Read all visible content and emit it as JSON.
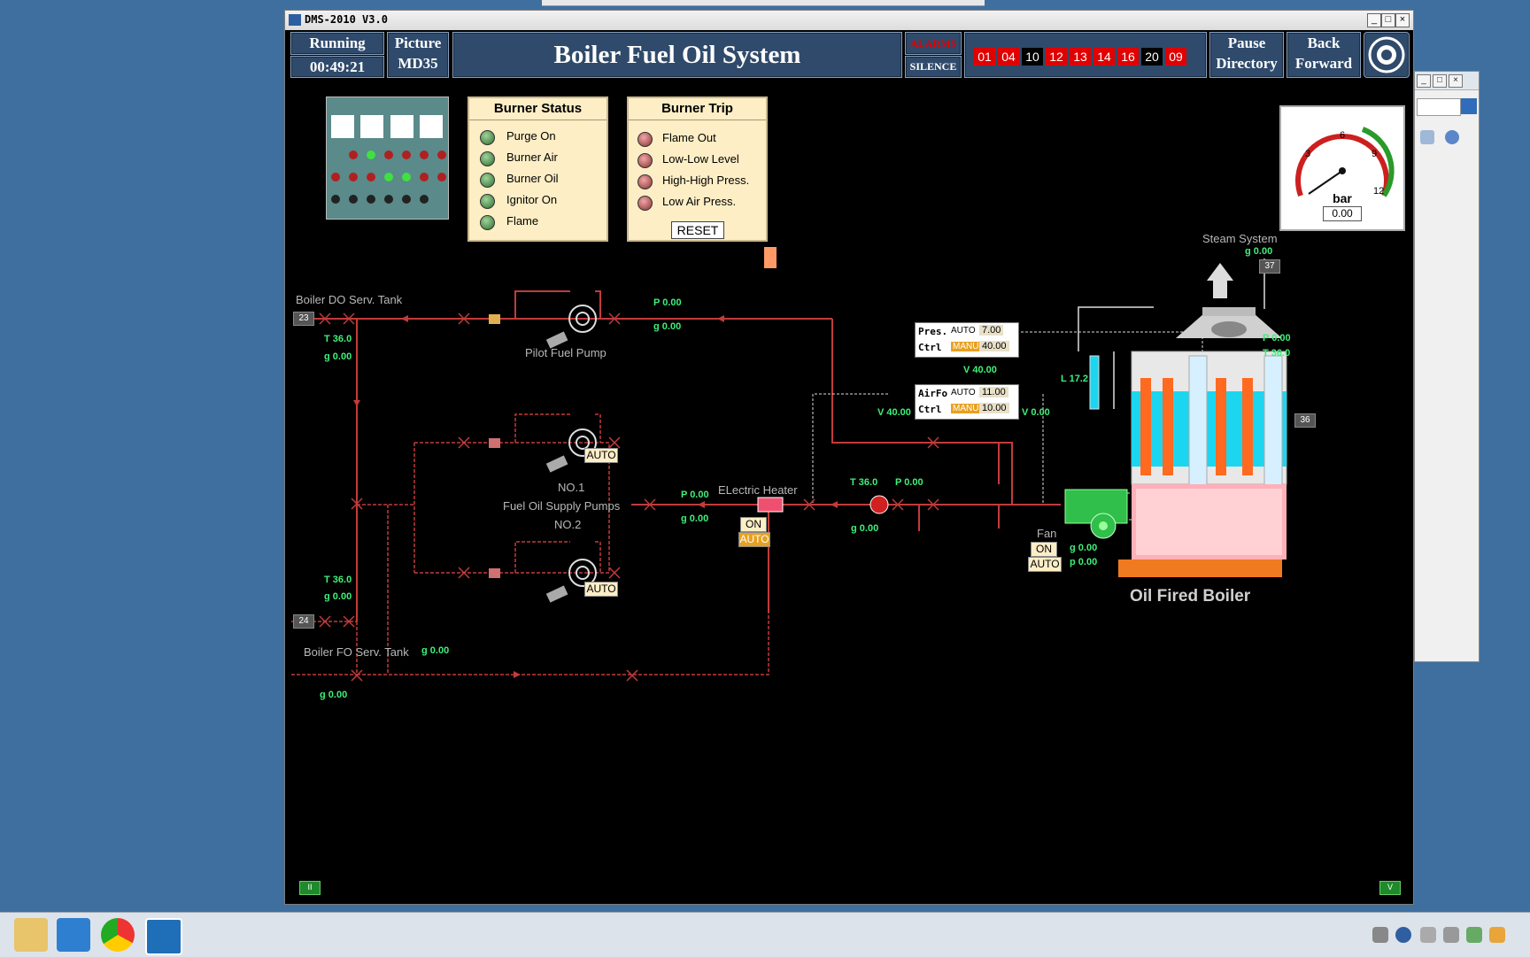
{
  "window": {
    "title": "DMS-2010 V3.0"
  },
  "header": {
    "running_label": "Running",
    "elapsed_time": "00:49:21",
    "picture_label": "Picture",
    "picture_code": "MD35",
    "main_title": "Boiler Fuel Oil System",
    "alarms_label": "ALARMS",
    "silence_label": "SILENCE",
    "alarm_numbers": [
      "01",
      "04",
      "10",
      "12",
      "13",
      "14",
      "16",
      "20",
      "09"
    ],
    "pause_label": "Pause",
    "directory_label": "Directory",
    "back_label": "Back",
    "forward_label": "Forward"
  },
  "burner_status": {
    "title": "Burner Status",
    "items": [
      "Purge On",
      "Burner Air",
      "Burner Oil",
      "Ignitor On",
      "Flame"
    ]
  },
  "burner_trip": {
    "title": "Burner Trip",
    "items": [
      "Flame Out",
      "Low-Low Level",
      "High-High Press.",
      "Low Air Press."
    ],
    "reset_label": "RESET"
  },
  "gauge": {
    "unit": "bar",
    "value": "0.00",
    "ticks": [
      "3",
      "6",
      "9",
      "12"
    ]
  },
  "labels": {
    "steam_system": "Steam System",
    "do_tank": "Boiler DO Serv. Tank",
    "fo_tank": "Boiler FO Serv. Tank",
    "pilot_pump": "Pilot Fuel Pump",
    "no1": "NO.1",
    "supply_pumps": "Fuel Oil Supply Pumps",
    "no2": "NO.2",
    "heater": "ELectric Heater",
    "fan": "Fan",
    "boiler": "Oil Fired Boiler",
    "on": "ON",
    "auto": "AUTO"
  },
  "tags": {
    "do_tank": "23",
    "fo_tank": "24",
    "steam": "37",
    "boiler": "36"
  },
  "readings": {
    "do_t": "T 36.0",
    "do_g": "g 0.00",
    "pilot_p": "P 0.00",
    "pilot_g": "g 0.00",
    "fo_t": "T 36.0",
    "fo_g": "g 0.00",
    "ret_g1": "g 0.00",
    "ret_g2": "g 0.00",
    "supply_p": "P 0.00",
    "supply_g": "g 0.00",
    "heater_t": "T 36.0",
    "heater_p": "P 0.00",
    "heater_g": "g 0.00",
    "v1": "V 40.00",
    "v2": "V 40.00",
    "v3": "V 0.00",
    "level": "L 17.2",
    "steam_g": "g 0.00",
    "steam_p": "P 0.00",
    "steam_t": "T 36.0",
    "fan_g": "g 0.00",
    "fan_p": "p 0.00"
  },
  "pres_ctrl": {
    "label1": "Pres.",
    "label2": "Ctrl",
    "mode1": "AUTO",
    "mode2": "MANU",
    "sp": "7.00",
    "out": "40.00"
  },
  "air_ctrl": {
    "label1": "AirFo",
    "label2": "Ctrl",
    "mode1": "AUTO",
    "mode2": "MANU",
    "sp": "11.00",
    "out": "10.00"
  },
  "corners": {
    "left": "II",
    "right": "V"
  },
  "colors": {
    "pipe_red": "#c23b3b",
    "reading_green": "#3ff07a",
    "header_blue": "#2f4a6b",
    "alarm_red": "#e00000"
  }
}
